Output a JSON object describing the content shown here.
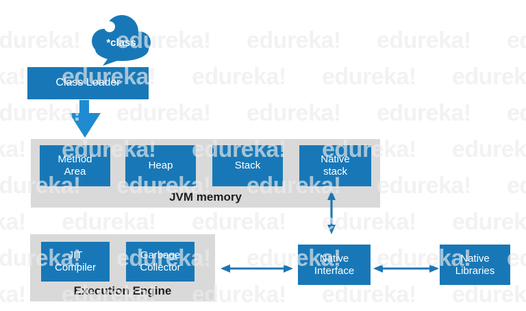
{
  "watermark": {
    "text": "edureka!"
  },
  "colors": {
    "box_blue": "#1878b7",
    "fat_arrow_blue": "#1f8bd0",
    "connector_blue": "#1d76b4",
    "container_gray": "#d9d9d9",
    "section_label_dark": "#1e1e1e",
    "box_text_white": "#ffffff"
  },
  "cloud": {
    "label": "*class"
  },
  "class_loader": {
    "label": "Class Loader"
  },
  "jvm_memory": {
    "label": "JVM memory",
    "boxes": [
      {
        "label": "Method\nArea"
      },
      {
        "label": "Heap"
      },
      {
        "label": "Stack"
      },
      {
        "label": "Native\nstack"
      }
    ]
  },
  "execution_engine": {
    "label": "Execution Engine",
    "boxes": [
      {
        "label": "JIT\nCompiler"
      },
      {
        "label": "Garbage\nCollector"
      }
    ]
  },
  "native_interface": {
    "label": "Native\nInterface"
  },
  "native_libraries": {
    "label": "Native\nLibraries"
  }
}
